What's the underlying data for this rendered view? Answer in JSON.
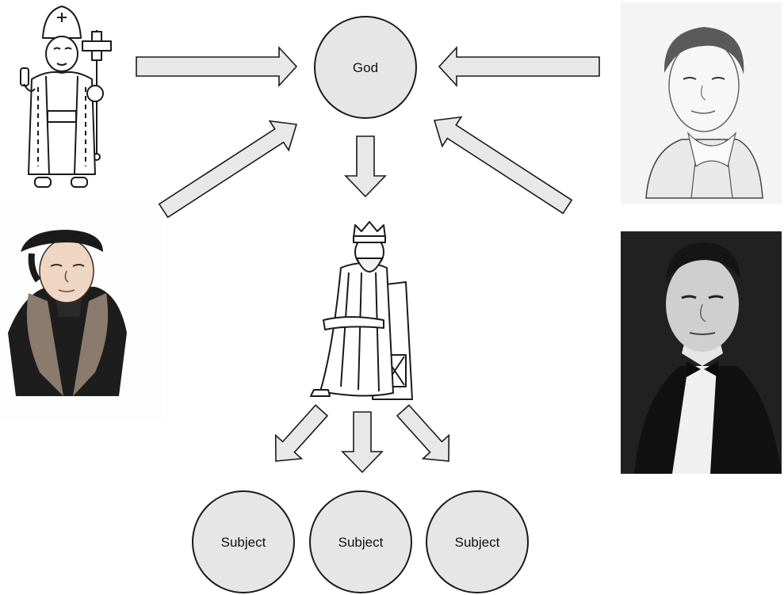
{
  "nodes": {
    "god": "God",
    "subjects": [
      "Subject",
      "Subject",
      "Subject"
    ]
  },
  "figures": {
    "bishop": "bishop-figure",
    "reformer": "reformer-portrait",
    "sketch": "sketch-portrait",
    "photo": "photo-portrait",
    "king": "enthroned-king-figure"
  },
  "colors": {
    "node_fill": "#e6e6e6",
    "arrow_fill": "#e8e8e8",
    "stroke": "#1a1a1a",
    "photo_bg": "#1c1c1c"
  }
}
